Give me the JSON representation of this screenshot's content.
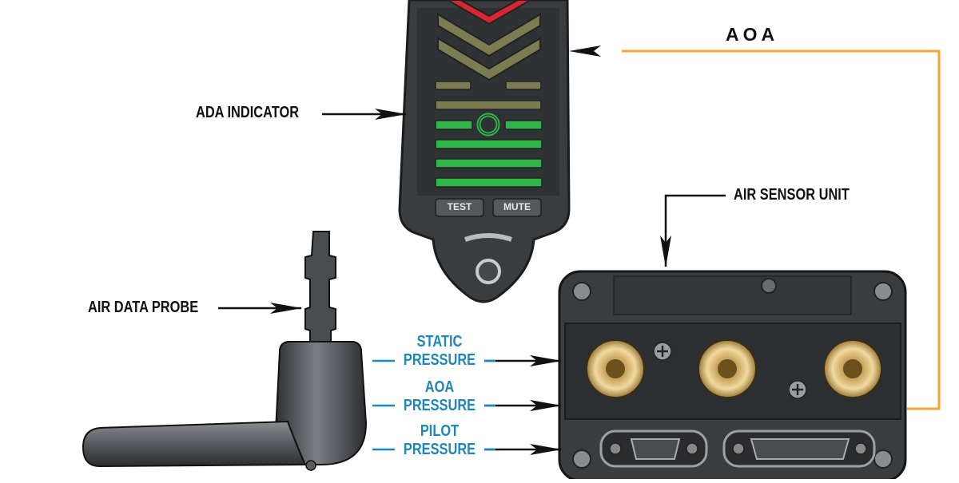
{
  "labels": {
    "aoa": "AOA",
    "ada_indicator": "ADA INDICATOR",
    "air_sensor_unit": "AIR SENSOR UNIT",
    "air_data_probe": "AIR DATA PROBE",
    "static_pressure": [
      "STATIC",
      "PRESSURE"
    ],
    "aoa_pressure": [
      "AOA",
      "PRESSURE"
    ],
    "pilot_pressure": [
      "PILOT",
      "PRESSURE"
    ]
  },
  "indicator": {
    "test_button": "TEST",
    "mute_button": "MUTE"
  },
  "colors": {
    "aoa_line": "#f0a830",
    "label_blue": "#1e86b8",
    "indicator_green": "#2fb54a",
    "indicator_red": "#d8262c",
    "body_dark": "#3a3d40"
  }
}
